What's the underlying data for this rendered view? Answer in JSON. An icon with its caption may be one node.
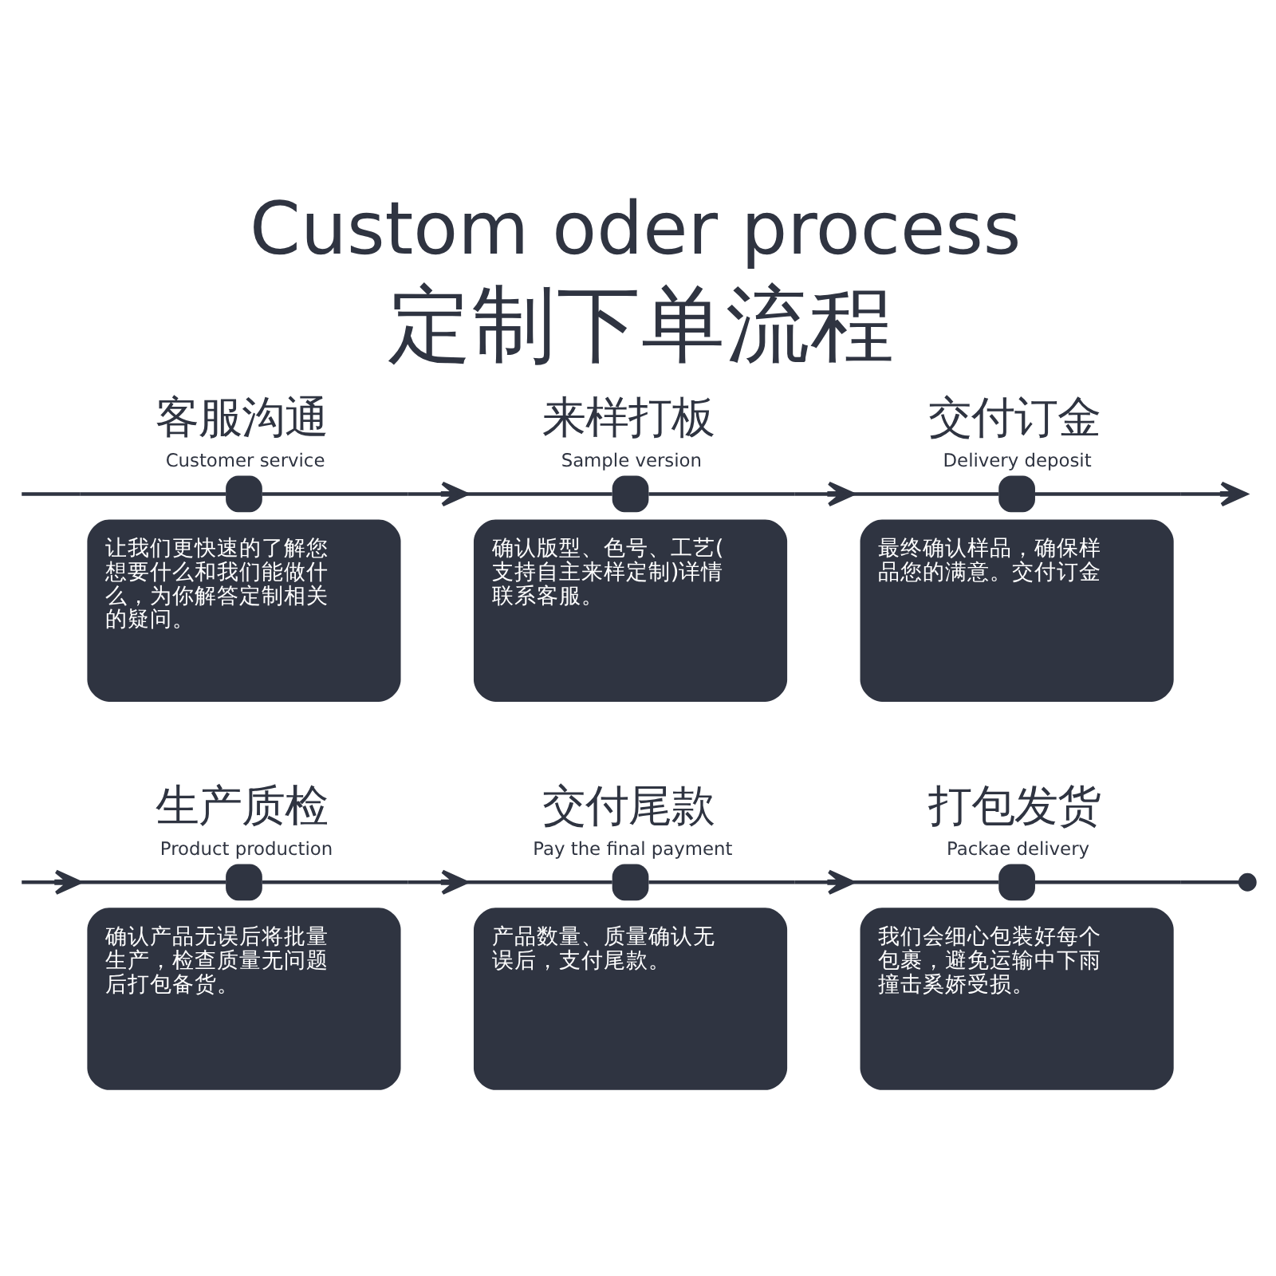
{
  "diagram": {
    "title": "Custom oder process 定制下单流程",
    "nodes": [
      {
        "text": [
          "客服沟通",
          "Customer service",
          "让我们更快速的了解您想要什么和我们能做什么，为你解答定制相关的疑问。"
        ]
      },
      {
        "text": [
          "来样打板",
          "Sample version",
          "确认版型、色号、工艺(支持自主来样定制)详情联系客服。"
        ]
      },
      {
        "text": [
          "交付订金",
          "Delivery deposit",
          "最终确认样品，确保样品您的满意。交付订金"
        ]
      },
      {
        "text": [
          "生产质检",
          "Product production",
          "确认产品无误后将批量生产，检查质量无问题后打包备货。"
        ]
      },
      {
        "text": [
          "交付尾款",
          "Pay the final payment",
          "产品数量、质量确认无误后，支付尾款。"
        ]
      },
      {
        "text": [
          "打包发货",
          "Packae delivery",
          "我们会细心包装好每个包裹，避免运输中下雨撞击奚娇受损。"
        ]
      },
      {
        "text": [],
        "shape": "circle"
      }
    ],
    "edges": [
      {
        "from": null,
        "to": 0,
        "arrow": "none"
      },
      {
        "from": 0,
        "to": 1,
        "arrow": "to"
      },
      {
        "from": 1,
        "to": 2,
        "arrow": "to"
      },
      {
        "from": 2,
        "to": null,
        "arrow": "to"
      },
      {
        "from": null,
        "to": 3,
        "arrow": "to"
      },
      {
        "from": 3,
        "to": 4,
        "arrow": "to"
      },
      {
        "from": 4,
        "to": 5,
        "arrow": "to"
      },
      {
        "from": 5,
        "to": 6,
        "arrow": "none"
      }
    ]
  }
}
